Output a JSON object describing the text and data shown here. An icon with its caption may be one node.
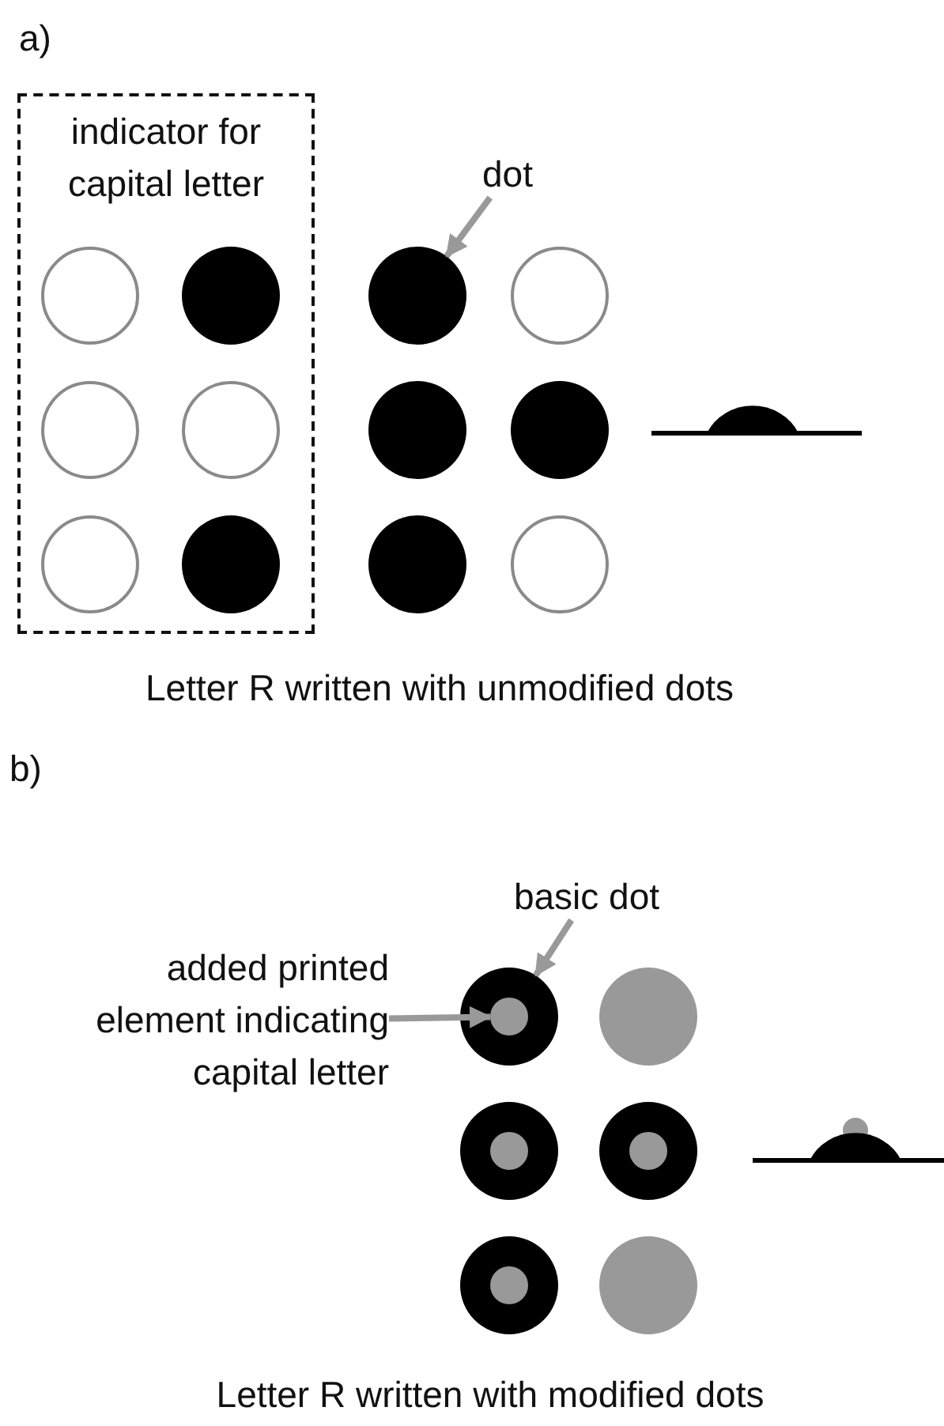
{
  "diagram": {
    "nodes": [
      {
        "text": [
          "indicator for capital letter"
        ]
      },
      {
        "text": [
          "dot"
        ]
      },
      {
        "text": [],
        "shape": "circle"
      },
      {
        "text": [
          "basic dot"
        ]
      },
      {
        "text": [],
        "shape": "circle"
      },
      {
        "text": [
          "added printed element indicating capital letter"
        ]
      },
      {
        "text": [],
        "shape": "circle",
        "in": 4
      }
    ],
    "edges": [
      {
        "from": 1,
        "to": 2,
        "arrow": "to"
      },
      {
        "from": 3,
        "to": 4,
        "arrow": "to"
      },
      {
        "from": 5,
        "to": 6,
        "arrow": "to"
      }
    ],
    "labels": [
      "a)",
      "Letter R written with unmodified dots",
      "b)",
      "Letter R written with modified dots"
    ]
  }
}
